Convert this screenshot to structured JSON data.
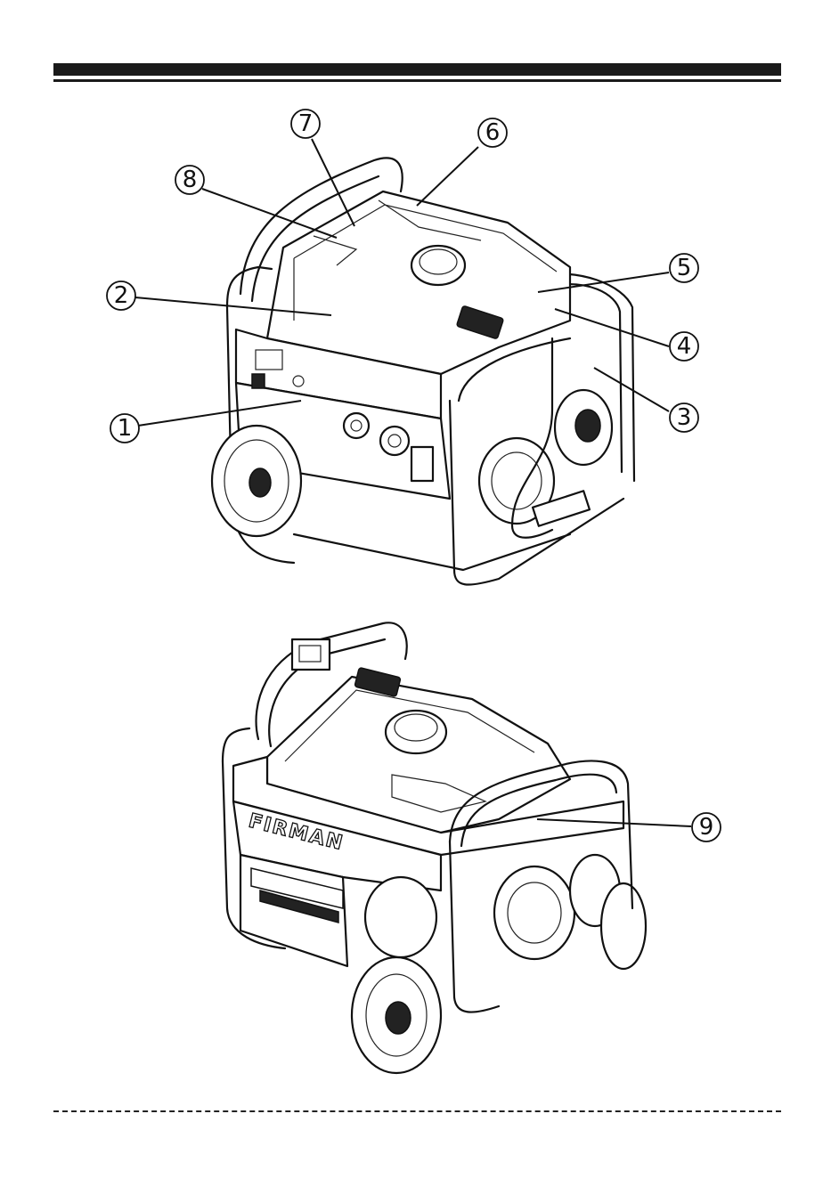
{
  "figure_top": {
    "callouts": [
      {
        "label": "1"
      },
      {
        "label": "2"
      },
      {
        "label": "3"
      },
      {
        "label": "4"
      },
      {
        "label": "5"
      },
      {
        "label": "6"
      },
      {
        "label": "7"
      },
      {
        "label": "8"
      }
    ]
  },
  "figure_bottom": {
    "brand_label": "FIRMAN",
    "callouts": [
      {
        "label": "9"
      }
    ]
  }
}
